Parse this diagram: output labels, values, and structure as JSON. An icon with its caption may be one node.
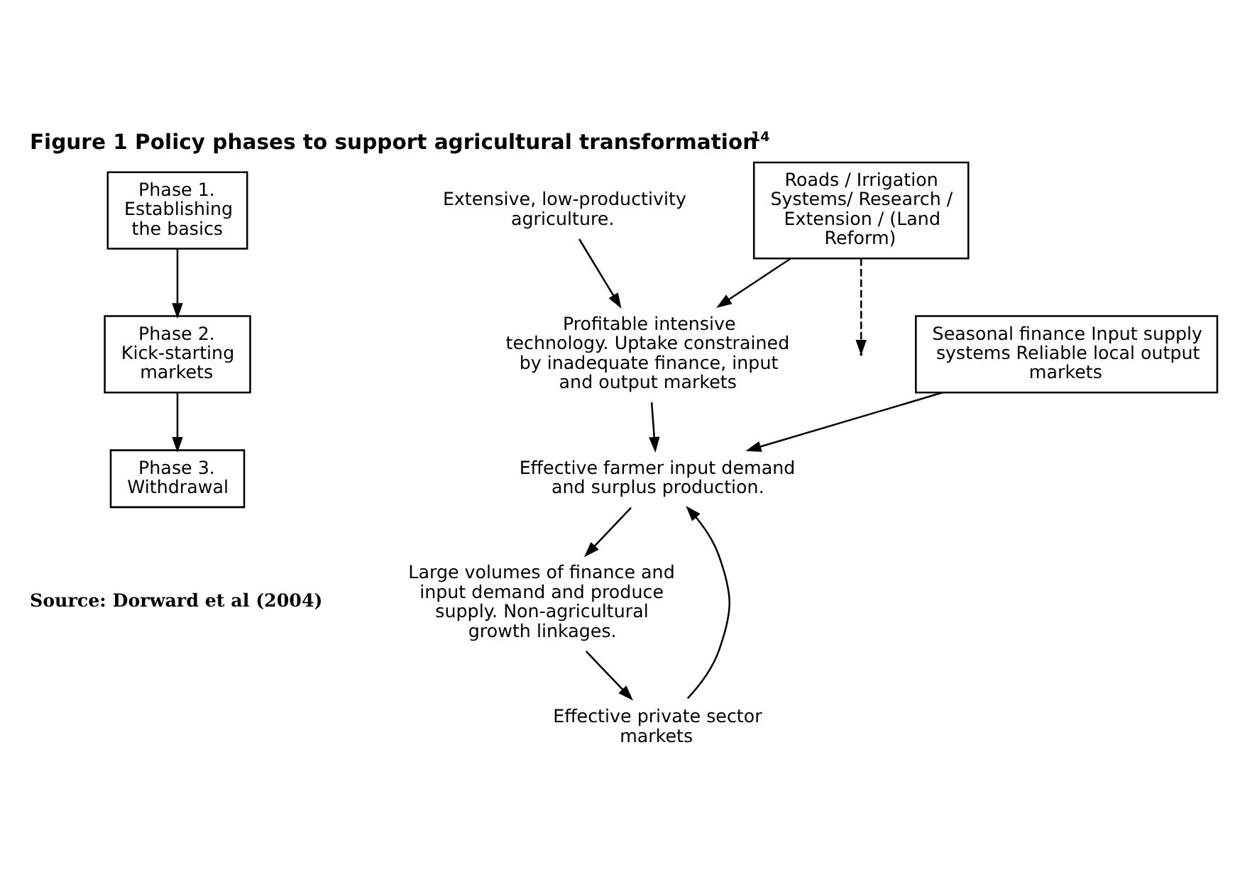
{
  "diagram": {
    "title": "Figure 1 Policy phases to support agricultural transformation$^{14}$",
    "caption": "Source: Dorward et al (2004)",
    "nodes": [
      {
        "text": [
          "Phase 1. Establishing the basics"
        ]
      },
      {
        "text": [
          "Phase 2. Kick-starting markets"
        ]
      },
      {
        "text": [
          "Phase 3. Withdrawal"
        ]
      },
      {
        "text": [
          "Roads / Irrigation Systems/ Research / Extension / (Land Reform)"
        ]
      },
      {
        "text": [
          "Extensive, low-productivity agriculture."
        ]
      },
      {
        "text": [
          "Seasonal finance Input supply systems Reliable local output markets"
        ]
      },
      {
        "text": [
          "Profitable intensive technology. Uptake constrained by inadequate finance, input and output markets"
        ]
      },
      {
        "text": [
          "Effective farmer input demand and surplus production."
        ]
      },
      {
        "text": [
          "Large volumes of finance and input demand and produce supply. Non-agricultural growth linkages."
        ]
      },
      {
        "text": [
          "Effective private sector markets"
        ]
      }
    ],
    "edges": [
      {
        "from": 0,
        "to": 1,
        "arrow": "to"
      },
      {
        "from": 1,
        "to": 2,
        "arrow": "to"
      },
      {
        "from": 3,
        "to": null,
        "arrow": "to",
        "style": "dashed"
      },
      {
        "from": 3,
        "to": 6,
        "arrow": "to"
      },
      {
        "from": 4,
        "to": 6,
        "arrow": "to"
      },
      {
        "from": 5,
        "to": 7,
        "arrow": "to"
      },
      {
        "from": 6,
        "to": 7,
        "arrow": "to"
      },
      {
        "from": 7,
        "to": 8,
        "arrow": "to"
      },
      {
        "from": 8,
        "to": 9,
        "arrow": "to"
      },
      {
        "from": 9,
        "to": 7,
        "arrow": "to"
      }
    ]
  }
}
